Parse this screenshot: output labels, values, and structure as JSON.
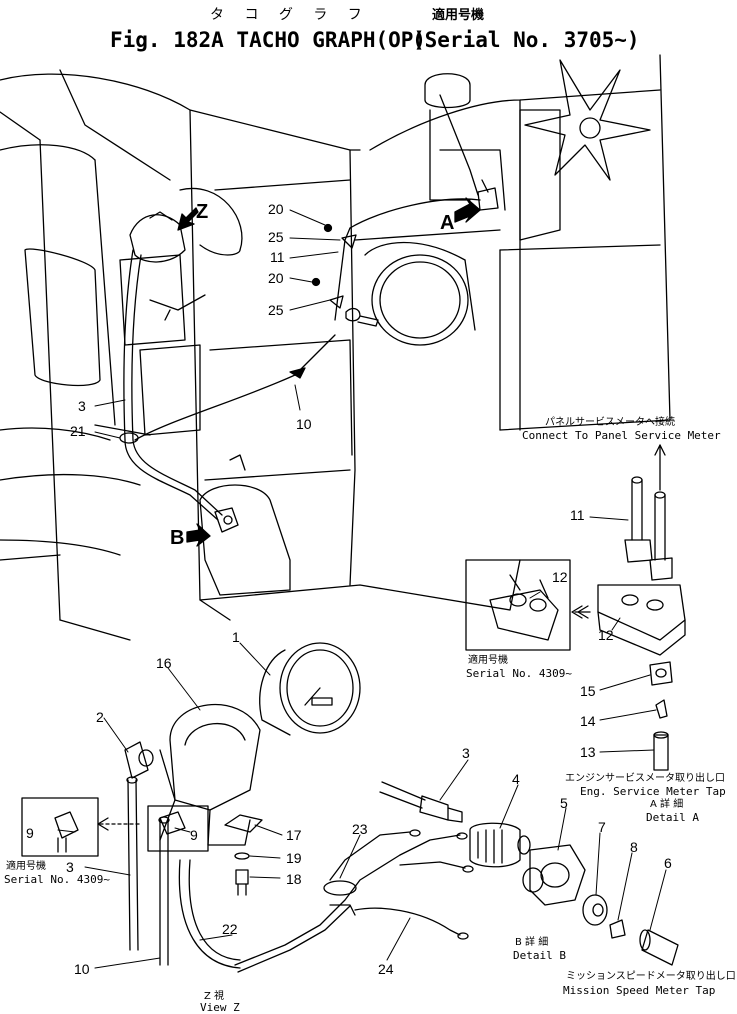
{
  "title": {
    "jp_kana": "タ コ グ ラ フ",
    "main": "Fig. 182A TACHO GRAPH(OP)",
    "serial_jp": "適用号機",
    "serial": "(Serial No. 3705~)"
  },
  "view_labels": {
    "A": "A",
    "B": "B",
    "Z": "Z"
  },
  "annotations": {
    "panel_jp": "パネルサービスメータへ接続",
    "panel_en": "Connect To Panel Service Meter",
    "serial1_jp": "適用号機",
    "serial1_en": "Serial No. 4309~",
    "eng_jp": "エンジンサービスメータ取り出し口",
    "eng_en": "Eng. Service Meter Tap",
    "detailA_jp": "A 詳 細",
    "detailA_en": "Detail A",
    "detailB_jp": "B 詳 細",
    "detailB_en": "Detail B",
    "serial2_jp": "適用号機",
    "serial2_en": "Serial No. 4309~",
    "viewZ_jp": "Z 視",
    "viewZ_en": "View Z",
    "mission_jp": "ミッションスピードメータ取り出し口",
    "mission_en": "Mission Speed Meter Tap"
  },
  "part_numbers": {
    "p20a": "20",
    "p25a": "25",
    "p11a": "11",
    "p20b": "20",
    "p25b": "25",
    "p10a": "10",
    "p3a": "3",
    "p21": "21",
    "p11b": "11",
    "p12a": "12",
    "p12b": "12",
    "p15": "15",
    "p14": "14",
    "p13": "13",
    "p1": "1",
    "p16": "16",
    "p2": "2",
    "p9a": "9",
    "p9b": "9",
    "p17": "17",
    "p19": "19",
    "p18": "18",
    "p3b": "3",
    "p10b": "10",
    "p22": "22",
    "p23": "23",
    "p24": "24",
    "p3c": "3",
    "p4": "4",
    "p5": "5",
    "p7": "7",
    "p8": "8",
    "p6": "6"
  }
}
